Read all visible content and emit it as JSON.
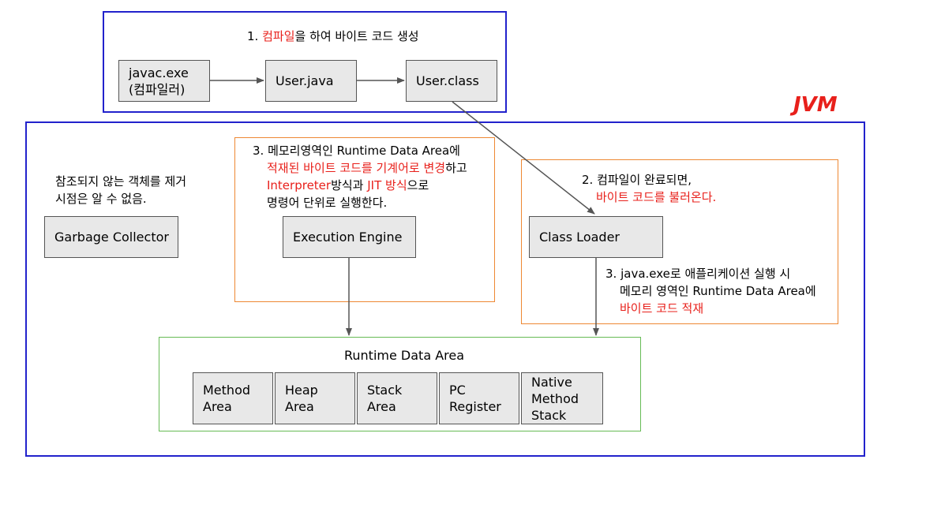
{
  "compile": {
    "caption_num": "1. ",
    "caption_red": "컴파일",
    "caption_rest": "을 하여 바이트 코드 생성",
    "javac": [
      "javac.exe",
      "(컴파일러)"
    ],
    "source": "User.java",
    "classfile": "User.class"
  },
  "jvm": {
    "label": "JVM",
    "gc_note": [
      "참조되지 않는 객체를 제거",
      "시점은 알 수 없음."
    ],
    "gc_box": "Garbage Collector",
    "engine_note": {
      "line1": "3. 메모리영역인 Runtime Data Area에",
      "line2_red": "적재된 바이트 코드를 기계어로 변경",
      "line2_rest": "하고",
      "line3_red1": "Interpreter",
      "line3_mid": "방식과 ",
      "line3_red2": "JIT 방식",
      "line3_rest": "으로",
      "line4": "명령어 단위로 실행한다."
    },
    "engine_box": "Execution Engine",
    "loader_note": {
      "line1": "2. 컴파일이 완료되면,",
      "line2_red": "바이트 코드를 불러온다."
    },
    "loader_box": "Class Loader",
    "load_note": {
      "line1": "3. java.exe로 애플리케이션 실행 시",
      "line2": "메모리 영역인 Runtime Data Area에",
      "line3_red": "바이트 코드 적재"
    },
    "rda": {
      "title": "Runtime Data Area",
      "areas": [
        [
          "Method",
          "Area"
        ],
        [
          "Heap",
          "Area"
        ],
        [
          "Stack",
          "Area"
        ],
        [
          "PC",
          "Register"
        ],
        [
          "Native",
          "Method",
          "Stack"
        ]
      ]
    }
  },
  "colors": {
    "frame_blue": "#2222cc",
    "frame_orange": "#ee8833",
    "frame_green": "#66bb55",
    "highlight_red": "#e8201b",
    "box_fill": "#e8e8e8"
  }
}
